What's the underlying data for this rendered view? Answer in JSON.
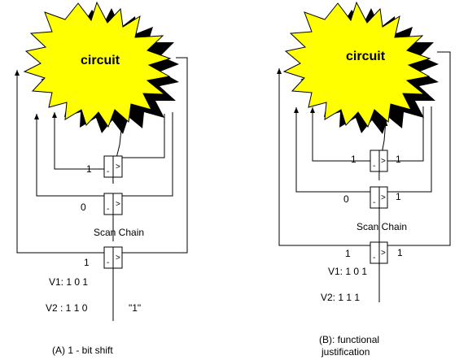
{
  "left": {
    "circuit_label": "circuit",
    "ff_bits": [
      "1",
      "0",
      "1"
    ],
    "scan_chain_label": "Scan Chain",
    "v1": "V1: 1 0 1",
    "v2": "V2 :  1 1 0",
    "v2_extra": "\"1\"",
    "caption": "(A)  1 - bit shift"
  },
  "right": {
    "circuit_label": "circuit",
    "ff_left_bits": [
      "1",
      "0",
      "1"
    ],
    "ff_right_bits": [
      "1",
      "1",
      "1"
    ],
    "scan_chain_label": "Scan Chain",
    "v1": "V1: 1 0 1",
    "v2": "V2: 1 1 1",
    "caption_line1": "(B): functional",
    "caption_line2": "justification"
  },
  "colors": {
    "circuit_fill": "#ffff00",
    "shadow": "#000000",
    "line": "#000000"
  }
}
